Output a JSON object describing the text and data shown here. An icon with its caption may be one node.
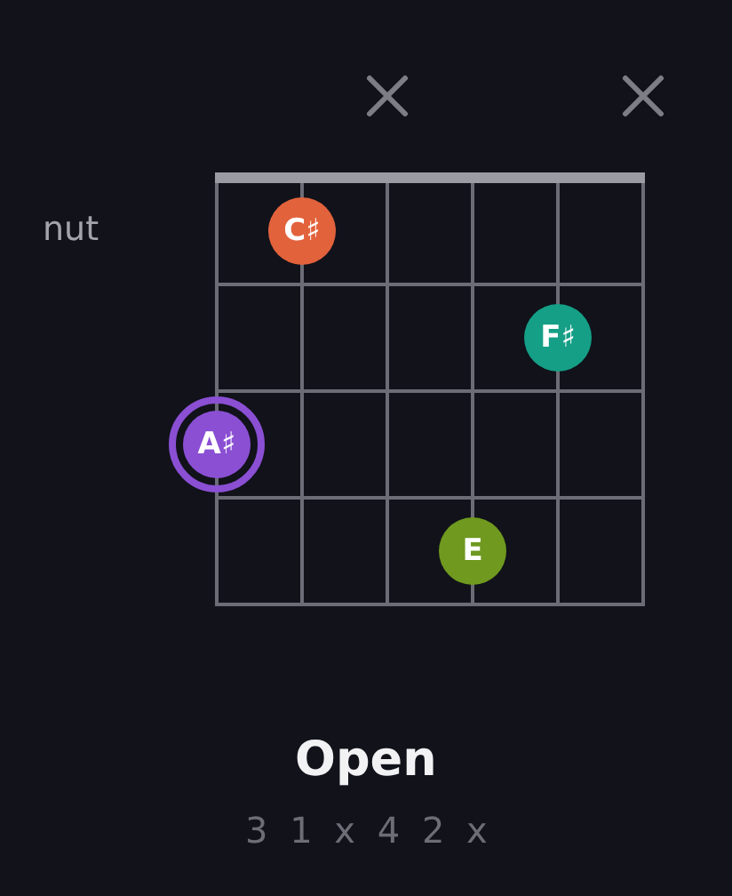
{
  "diagram": {
    "title": "Open",
    "nodes": [
      {
        "text": [
          "C♯"
        ]
      },
      {
        "text": [
          "F♯"
        ]
      },
      {
        "text": [
          "A♯"
        ]
      },
      {
        "text": [
          "E"
        ]
      }
    ],
    "labels": [
      "nut",
      "3 1 x 4 2 x"
    ]
  }
}
